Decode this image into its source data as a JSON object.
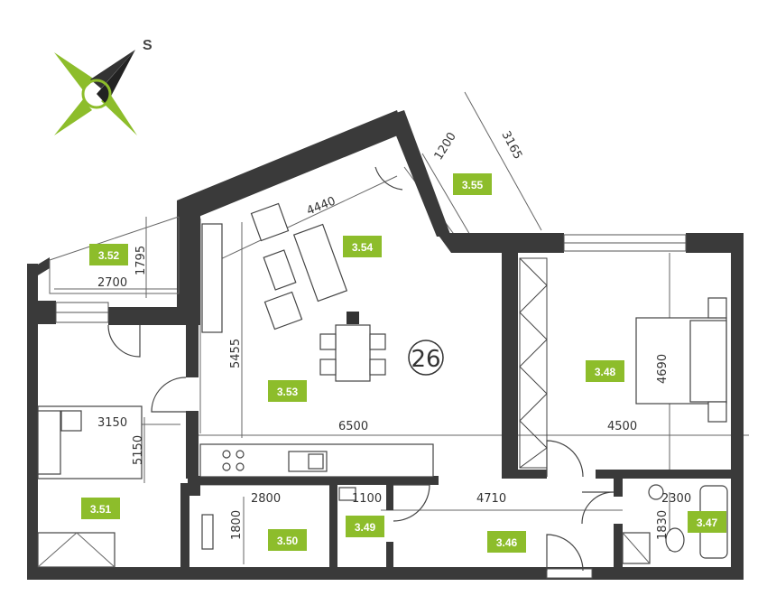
{
  "compass": {
    "letter": "S",
    "accent": "#8dbd2b",
    "needle": "#333333"
  },
  "unit_number": "26",
  "colors": {
    "wall": "#3a3a3a",
    "tag": "#8dbd2b",
    "line": "#666666"
  },
  "rooms": [
    {
      "id": "3.46",
      "label": "3.46"
    },
    {
      "id": "3.47",
      "label": "3.47"
    },
    {
      "id": "3.48",
      "label": "3.48"
    },
    {
      "id": "3.49",
      "label": "3.49"
    },
    {
      "id": "3.50",
      "label": "3.50"
    },
    {
      "id": "3.51",
      "label": "3.51"
    },
    {
      "id": "3.52",
      "label": "3.52"
    },
    {
      "id": "3.53",
      "label": "3.53"
    },
    {
      "id": "3.54",
      "label": "3.54"
    },
    {
      "id": "3.55",
      "label": "3.55"
    }
  ],
  "dimensions": {
    "d_4440": "4440",
    "d_1200": "1200",
    "d_3165": "3165",
    "d_1795": "1795",
    "d_2700": "2700",
    "d_5455": "5455",
    "d_3150": "3150",
    "d_5150": "5150",
    "d_6500": "6500",
    "d_4500": "4500",
    "d_4690": "4690",
    "d_2800": "2800",
    "d_1800": "1800",
    "d_1100": "1100",
    "d_4710": "4710",
    "d_2300": "2300",
    "d_1830": "1830"
  }
}
